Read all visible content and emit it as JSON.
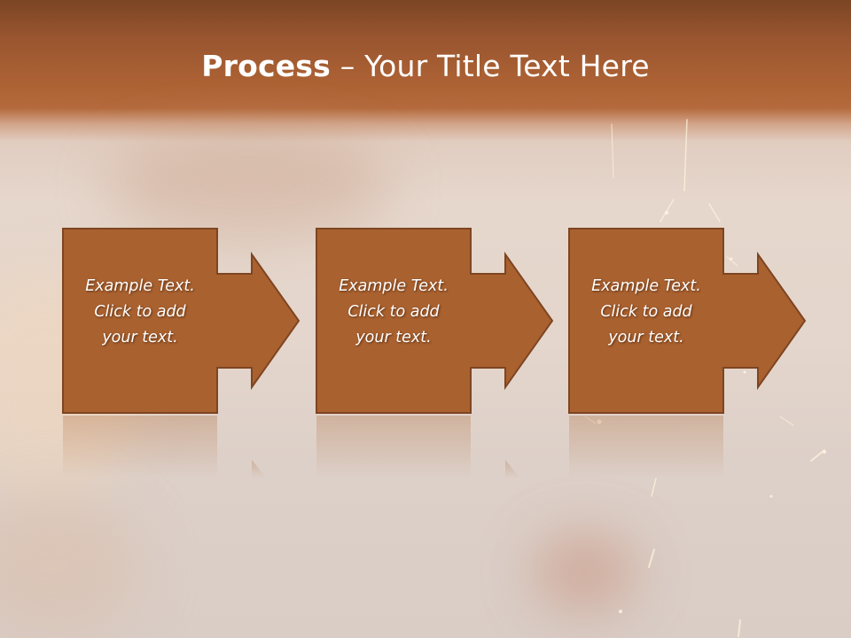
{
  "title": {
    "bold_part": "Process",
    "separator": " – ",
    "rest": "Your Title Text Here"
  },
  "steps": [
    {
      "text": "Example Text.\nClick  to add\nyour text."
    },
    {
      "text": "Example Text.\nClick  to add\nyour text."
    },
    {
      "text": "Example Text.\nClick  to add\nyour text."
    }
  ],
  "colors": {
    "shape_fill": "#a9612f",
    "shape_stroke": "#7e4521",
    "title_band": "#ad6234"
  }
}
